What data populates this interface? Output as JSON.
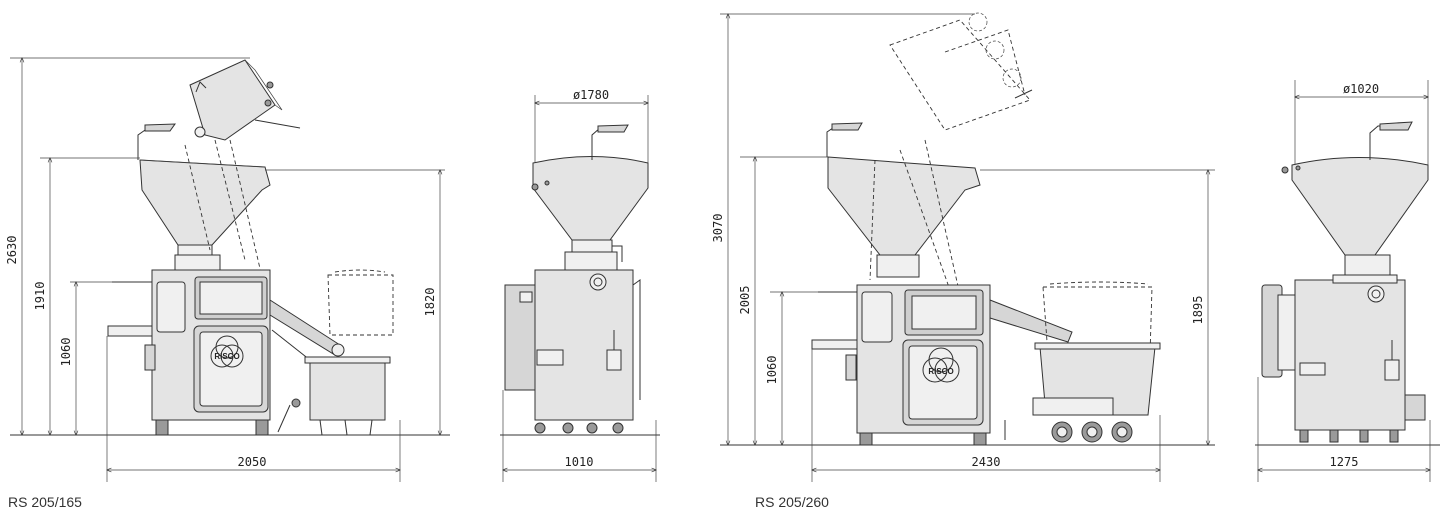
{
  "left_model": {
    "caption": "RS 205/165",
    "dims": {
      "total_height": "2630",
      "hopper_height": "1910",
      "outlet_height": "1060",
      "right_height": "1820",
      "length": "2050",
      "side_width": "1010",
      "hopper_diameter": "ø1780"
    },
    "logo": "RISCO"
  },
  "right_model": {
    "caption": "RS 205/260",
    "dims": {
      "total_height": "3070",
      "hopper_height": "2005",
      "outlet_height": "1060",
      "right_height": "1895",
      "length": "2430",
      "side_width": "1275",
      "hopper_diameter": "ø1020"
    },
    "logo": "RISCO"
  }
}
